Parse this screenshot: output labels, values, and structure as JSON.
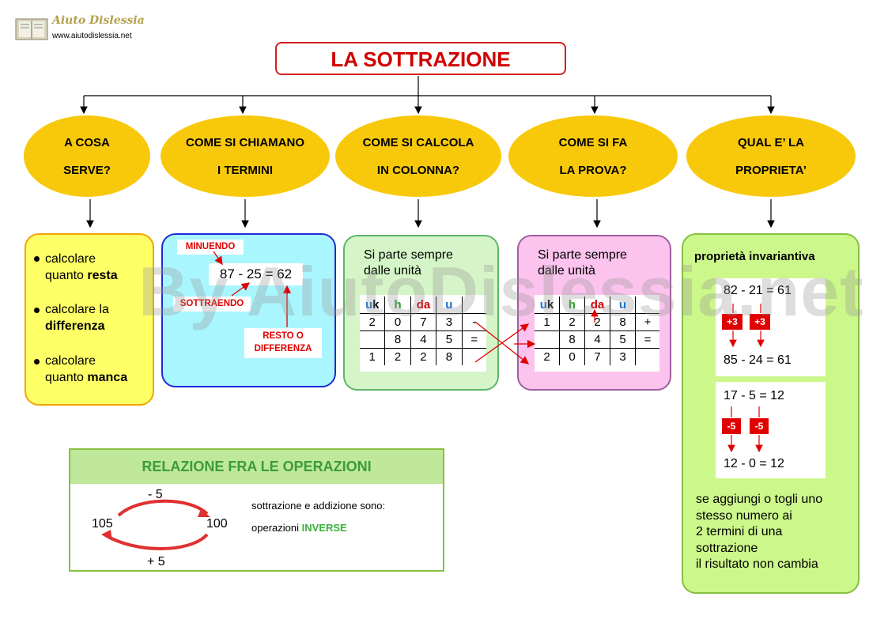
{
  "logo": {
    "icon": "book-logo-icon",
    "title": "Aiuto Dislessia",
    "url": "www.aiutodislessia.net"
  },
  "title": "LA SOTTRAZIONE",
  "watermark": "By AiutoDislessia.net",
  "questions": [
    {
      "line1": "A COSA",
      "line2": "SERVE?"
    },
    {
      "line1": "COME SI CHIAMANO",
      "line2": "I TERMINI"
    },
    {
      "line1": "COME SI CALCOLA",
      "line2": "IN COLONNA?"
    },
    {
      "line1": "COME SI FA",
      "line2": "LA PROVA?"
    },
    {
      "line1": "QUAL E’ LA",
      "line2": "PROPRIETA’"
    }
  ],
  "uses": [
    {
      "text": "calcolare",
      "line2_pre": "quanto ",
      "line2_bold": "resta"
    },
    {
      "text": "calcolare la",
      "line2_pre": "",
      "line2_bold": "differenza"
    },
    {
      "text": "calcolare",
      "line2_pre": "quanto ",
      "line2_bold": "manca"
    }
  ],
  "terms": {
    "minuendo": "MINUENDO",
    "equation_a": "87",
    "equation_op": " - ",
    "equation_b": "25",
    "equation_eq": " = ",
    "equation_c": "62",
    "sottraendo": "SOTTRAENDO",
    "resto_line1": "RESTO O",
    "resto_line2": "DIFFERENZA"
  },
  "column": {
    "intro_line1": "Si parte sempre",
    "intro_line2": "dalle unità",
    "headers": [
      "u",
      "k",
      "h",
      "da",
      "u"
    ],
    "row1": [
      "2",
      "0",
      "7",
      "3",
      "-"
    ],
    "row2": [
      "",
      "8",
      "4",
      "5",
      "="
    ],
    "row3": [
      "1",
      "2",
      "2",
      "8",
      ""
    ]
  },
  "check": {
    "intro_line1": "Si parte sempre",
    "intro_line2": "dalle unità",
    "row1": [
      "1",
      "2",
      "2",
      "8",
      "+"
    ],
    "row2": [
      "",
      "8",
      "4",
      "5",
      "="
    ],
    "row3": [
      "2",
      "0",
      "7",
      "3",
      ""
    ]
  },
  "property": {
    "title": "proprietà invariantiva",
    "eq1": "82 - 21 = 61",
    "tag_plus": "+3",
    "eq2": "85 - 24 = 61",
    "eq3": "17 - 5 = 12",
    "tag_minus": "-5",
    "eq4": "12 - 0 = 12",
    "note_lines": [
      "se aggiungi o togli uno",
      "stesso numero ai",
      "2 termini di una",
      "sottrazione",
      "il risultato non cambia"
    ]
  },
  "relation": {
    "header": "RELAZIONE FRA LE OPERAZIONI",
    "minus": "- 5",
    "plus": "+ 5",
    "left": "105",
    "right": "100",
    "text1": "sottrazione e addizione  sono:",
    "text2_pre": "operazioni ",
    "text2_bold": "INVERSE"
  },
  "colors": {
    "accent_red": "#d00000",
    "ellipse": "#f8c90a",
    "green": "#3a9c3a",
    "blue_digit": "#1a6fd6"
  }
}
